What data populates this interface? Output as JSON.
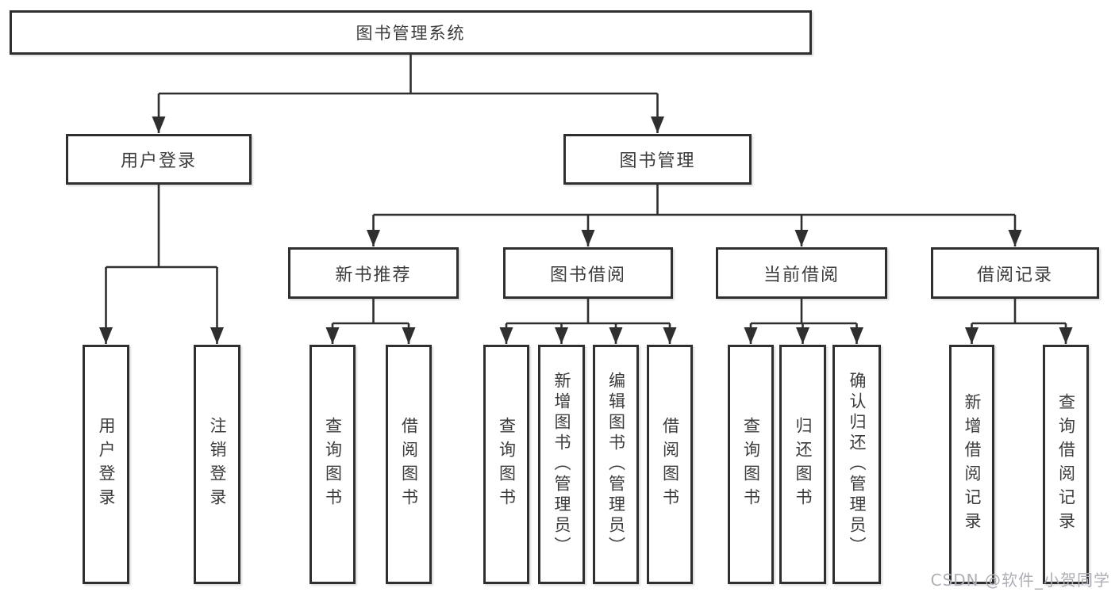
{
  "diagram": {
    "root": {
      "label": "图书管理系统",
      "children": [
        {
          "label": "用户登录",
          "children": [
            {
              "label": "用户登录"
            },
            {
              "label": "注销登录"
            }
          ]
        },
        {
          "label": "图书管理",
          "children": [
            {
              "label": "新书推荐",
              "children": [
                {
                  "label": "查询图书"
                },
                {
                  "label": "借阅图书"
                }
              ]
            },
            {
              "label": "图书借阅",
              "children": [
                {
                  "label": "查询图书"
                },
                {
                  "label": "新增图书（管理员）"
                },
                {
                  "label": "编辑图书（管理员）"
                },
                {
                  "label": "借阅图书"
                }
              ]
            },
            {
              "label": "当前借阅",
              "children": [
                {
                  "label": "查询图书"
                },
                {
                  "label": "归还图书"
                },
                {
                  "label": "确认归还（管理员）"
                }
              ]
            },
            {
              "label": "借阅记录",
              "children": [
                {
                  "label": "新增借阅记录"
                },
                {
                  "label": "查询借阅记录"
                }
              ]
            }
          ]
        }
      ]
    }
  },
  "watermark": {
    "text": "CSDN @软件_小贺同学"
  },
  "colors": {
    "line": "#2f2f2f",
    "text": "#3c3c3c",
    "bg": "#ffffff",
    "watermark": "#aeaeb6"
  }
}
